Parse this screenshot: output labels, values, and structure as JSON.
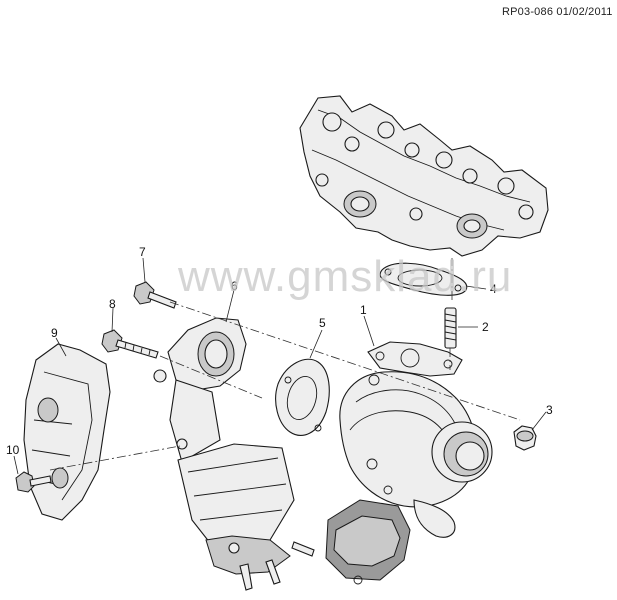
{
  "header": {
    "reference": "RP03-086 01/02/2011"
  },
  "watermark": "www.gmsklad.ru",
  "callouts": [
    {
      "label": "1"
    },
    {
      "label": "2"
    },
    {
      "label": "3"
    },
    {
      "label": "4"
    },
    {
      "label": "5"
    },
    {
      "label": "6"
    },
    {
      "label": "7"
    },
    {
      "label": "8"
    },
    {
      "label": "9"
    },
    {
      "label": "10"
    }
  ]
}
